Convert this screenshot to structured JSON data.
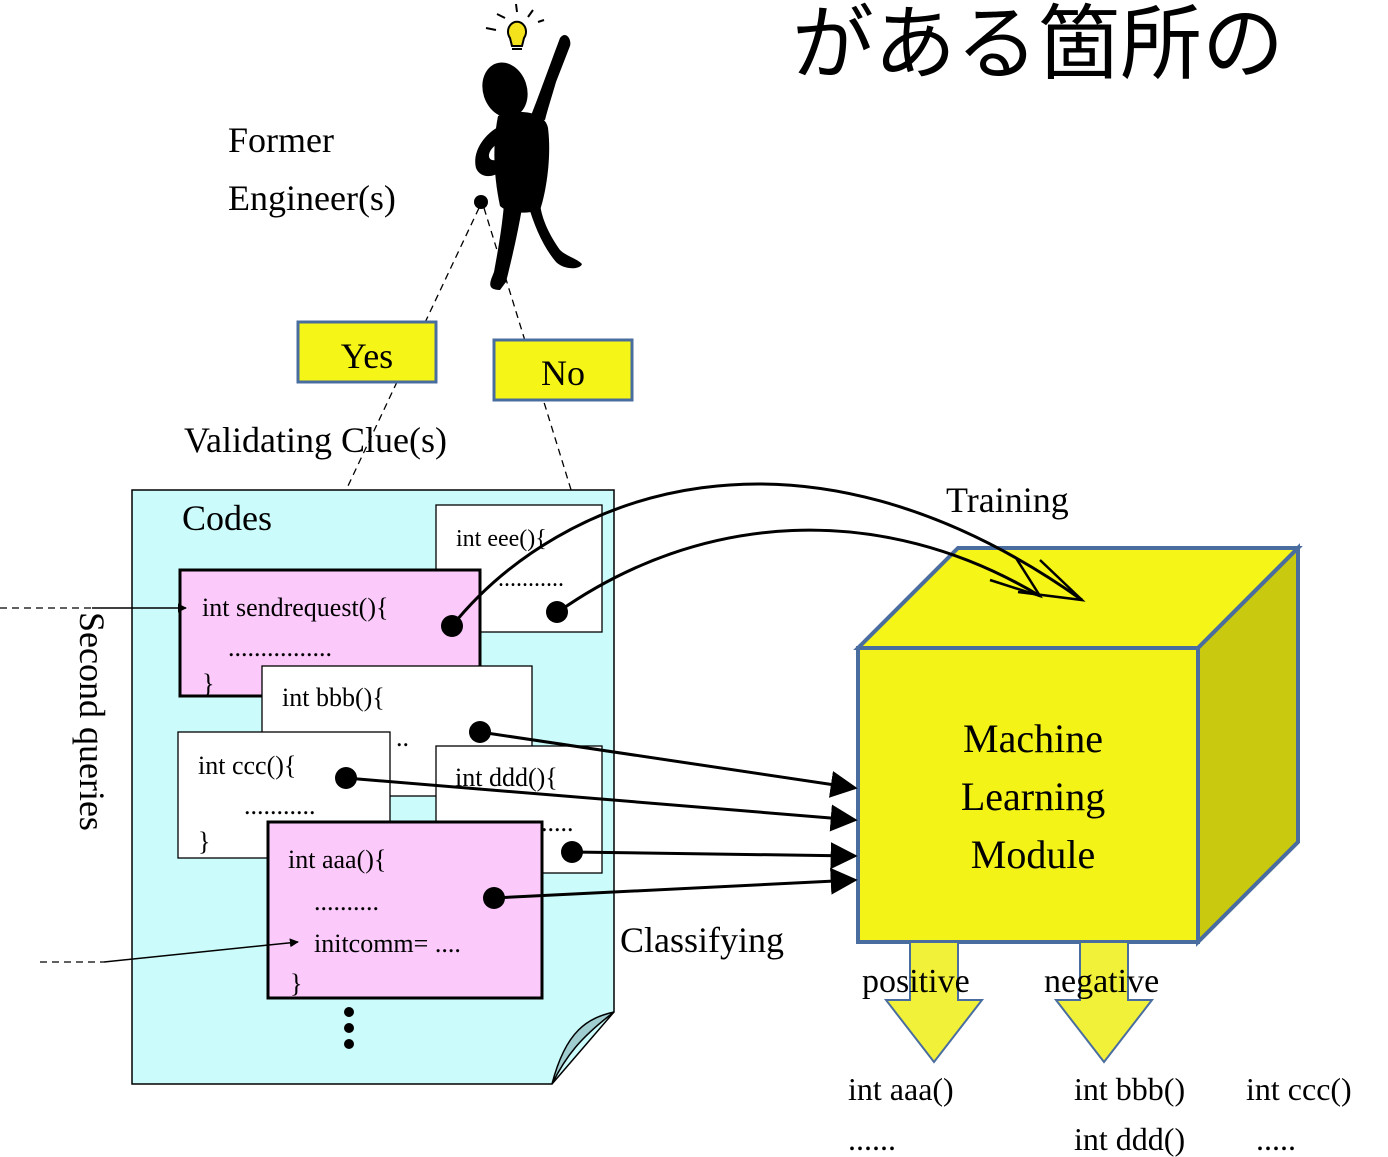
{
  "title_fragment": "がある箇所の",
  "engineer": {
    "label_line1": "Former",
    "label_line2": "Engineer(s)"
  },
  "answers": {
    "yes": "Yes",
    "no": "No"
  },
  "validating_label": "Validating Clue(s)",
  "codes": {
    "title": "Codes",
    "sendrequest": {
      "line1": "int sendrequest(){",
      "line2": "................",
      "line3": "}"
    },
    "eee": {
      "line1": "int eee(){",
      "line2": "..........."
    },
    "bbb": {
      "line1": "int bbb(){",
      "line2": ".."
    },
    "ccc": {
      "line1": "int ccc(){",
      "line2": "...........",
      "line3": "}"
    },
    "ddd": {
      "line1": "int ddd(){",
      "line2": "....."
    },
    "aaa": {
      "line1": "int aaa(){",
      "line2": "..........",
      "line3": "initcomm= ....",
      "line4": "}"
    }
  },
  "second_queries": "Second queries",
  "training_label": "Training",
  "classifying_label": "Classifying",
  "module": {
    "line1": "Machine",
    "line2": "Learning",
    "line3": "Module"
  },
  "outputs": {
    "positive_label": "positive",
    "negative_label": "negative",
    "positive_result1": "int aaa()",
    "positive_result2": "......",
    "negative_result1": "int bbb()",
    "negative_result2": "int ccc()",
    "negative_result3": "int ddd()",
    "negative_result4": "....."
  },
  "colors": {
    "paper": "#ccfbfb",
    "highlight_box": "#fbcafb",
    "yellow": "#f5f518",
    "module_front": "#f3f318",
    "module_side": "#c9c90f",
    "module_border": "#4a6da0",
    "arrow_yellow": "#f1f13a"
  }
}
